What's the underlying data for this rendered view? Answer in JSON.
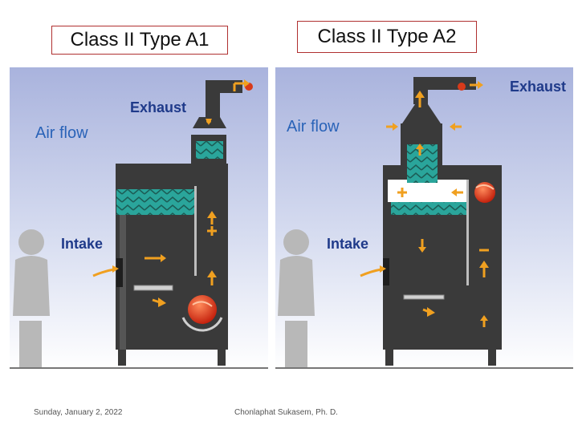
{
  "titles": {
    "left": "Class II Type A1",
    "right": "Class II Type A2"
  },
  "diagram_left": {
    "exhaust": "Exhaust",
    "air_flow": "Air flow",
    "intake": "Intake"
  },
  "diagram_right": {
    "exhaust": "Exhaust",
    "air_flow": "Air flow",
    "intake": "Intake"
  },
  "footer": {
    "date": "Sunday, January 2, 2022",
    "author": "Chonlaphat Sukasem, Ph. D."
  },
  "colors": {
    "cabinet": "#3a3a3a",
    "filter": "#2aa59b",
    "arrow": "#f0a020",
    "fan": "#d83a1a",
    "person": "#b8b8b8",
    "label_blue": "#2a63b8",
    "label_navy": "#1f3a8a"
  }
}
